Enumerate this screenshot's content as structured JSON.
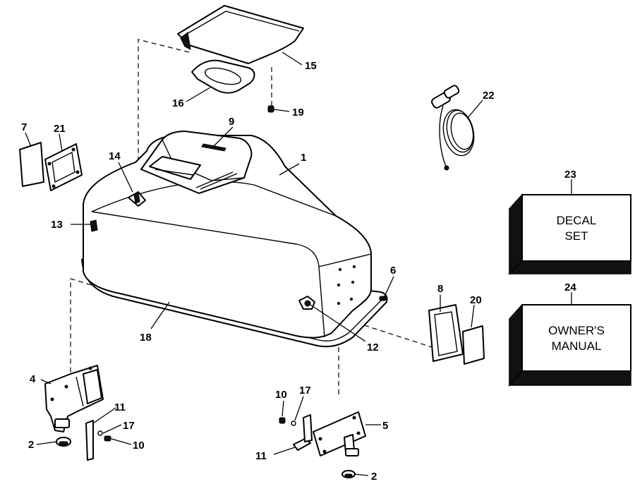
{
  "callouts": {
    "c1": "1",
    "c2a": "2",
    "c2b": "2",
    "c4": "4",
    "c5": "5",
    "c6": "6",
    "c7": "7",
    "c8": "8",
    "c9": "9",
    "c10a": "10",
    "c10b": "10",
    "c11a": "11",
    "c11b": "11",
    "c12": "12",
    "c13": "13",
    "c14": "14",
    "c15": "15",
    "c16": "16",
    "c17a": "17",
    "c17b": "17",
    "c18": "18",
    "c19": "19",
    "c20": "20",
    "c21": "21",
    "c22": "22",
    "c23": "23",
    "c24": "24"
  },
  "boxes": {
    "decal_line1": "DECAL",
    "decal_line2": "SET",
    "manual_line1": "OWNER'S",
    "manual_line2": "MANUAL"
  }
}
